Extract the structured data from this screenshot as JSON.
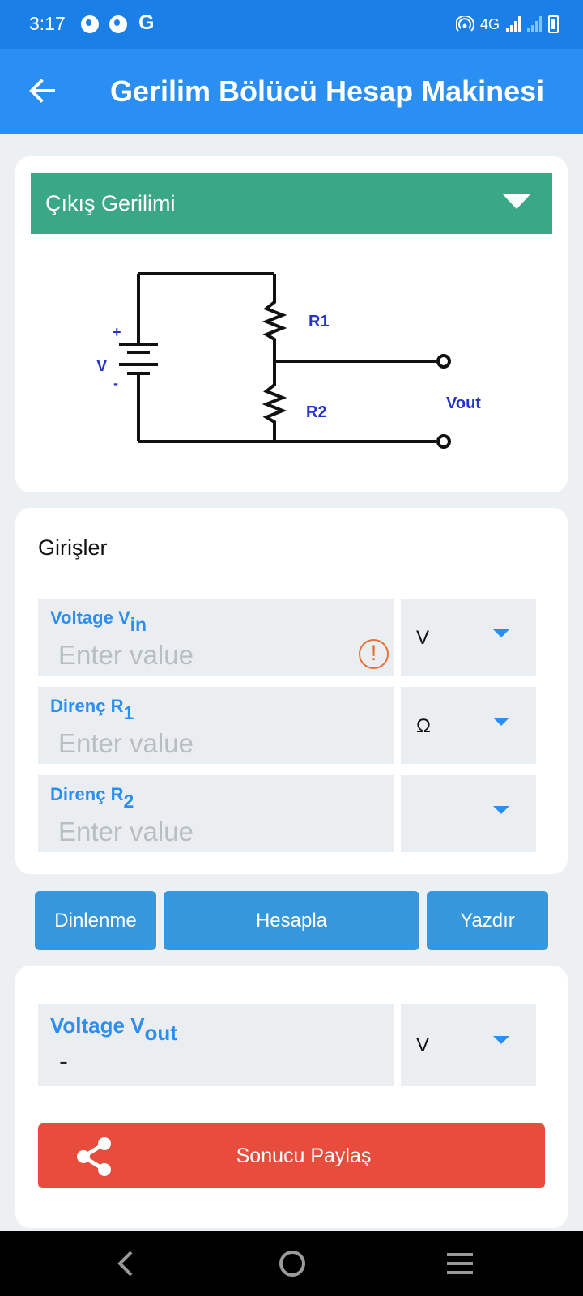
{
  "status_bar": {
    "time": "3:17",
    "network": "4G",
    "app_icons": [
      "notification-app-icon",
      "notification-app-icon",
      "google-icon"
    ],
    "g_label": "G"
  },
  "app_bar": {
    "title": "Gerilim Bölücü Hesap Makinesi",
    "back_icon": "arrow-left-icon"
  },
  "mode": {
    "selected": "Çıkış Gerilimi"
  },
  "circuit": {
    "source_label": "V",
    "plus": "+",
    "minus": "-",
    "r1_label": "R1",
    "r2_label": "R2",
    "out_label": "Vout",
    "label_color": "#2535c8"
  },
  "inputs": {
    "title": "Girişler",
    "fields": [
      {
        "label_main": "Voltage V",
        "label_sub": "in",
        "placeholder": "Enter value",
        "unit": "V",
        "warning": true
      },
      {
        "label_main": "Direnç R",
        "label_sub": "1",
        "placeholder": "Enter value",
        "unit": "Ω",
        "warning": false
      },
      {
        "label_main": "Direnç R",
        "label_sub": "2",
        "placeholder": "Enter value",
        "unit": "",
        "warning": false
      }
    ]
  },
  "buttons": {
    "reset": "Dinlenme",
    "calculate": "Hesapla",
    "print": "Yazdır"
  },
  "output": {
    "label_main": "Voltage V",
    "label_sub": "out",
    "value": "-",
    "unit": "V",
    "share_label": "Sonucu Paylaş"
  },
  "colors": {
    "primary": "#2b8ef2",
    "status_bar": "#1a7fe6",
    "mode_bar": "#3aa785",
    "button": "#3797dc",
    "share": "#e74c3c",
    "warning": "#e8713a"
  }
}
